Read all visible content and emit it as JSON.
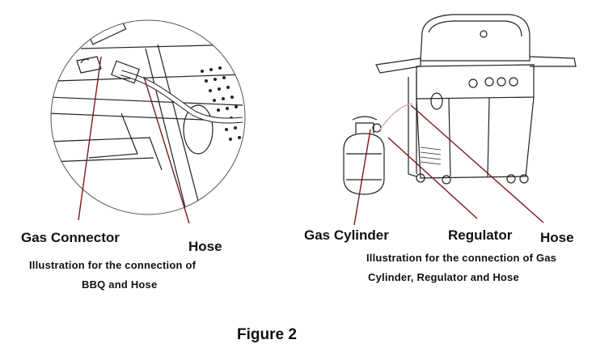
{
  "labels": {
    "gas_connector": "Gas Connector",
    "hose_left": "Hose",
    "caption_left_line1": "Illustration for the connection of",
    "caption_left_line2": "BBQ and Hose",
    "gas_cylinder": "Gas Cylinder",
    "regulator": "Regulator",
    "hose_right": "Hose",
    "caption_right_line1": "Illustration for the connection of Gas",
    "caption_right_line2": "Cylinder, Regulator and Hose",
    "figure_title": "Figure 2"
  },
  "colors": {
    "leader_line": "#7a1a1a",
    "hose_highlight": "#e8a0a0"
  }
}
